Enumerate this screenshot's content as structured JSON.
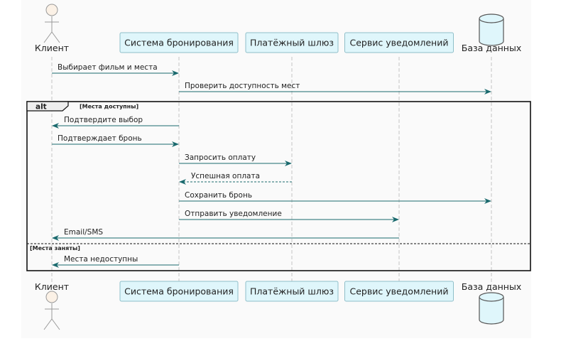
{
  "participants": [
    {
      "id": "client",
      "label": "Клиент",
      "kind": "actor"
    },
    {
      "id": "booking",
      "label": "Система бронирования",
      "kind": "box"
    },
    {
      "id": "payment",
      "label": "Платёжный шлюз",
      "kind": "box"
    },
    {
      "id": "notify",
      "label": "Сервис уведомлений",
      "kind": "box"
    },
    {
      "id": "db",
      "label": "База данных",
      "kind": "database"
    }
  ],
  "messages_before": [
    {
      "from": "client",
      "to": "booking",
      "text": "Выбирает фильм и места",
      "style": "solid"
    },
    {
      "from": "booking",
      "to": "db",
      "text": "Проверить доступность мест",
      "style": "solid"
    }
  ],
  "alt": {
    "keyword": "alt",
    "branches": [
      {
        "condition": "[Места доступны]",
        "messages": [
          {
            "from": "booking",
            "to": "client",
            "text": "Подтвердите выбор",
            "style": "solid"
          },
          {
            "from": "client",
            "to": "booking",
            "text": "Подтверждает бронь",
            "style": "solid"
          },
          {
            "from": "booking",
            "to": "payment",
            "text": "Запросить оплату",
            "style": "solid"
          },
          {
            "from": "payment",
            "to": "booking",
            "text": "Успешная оплата",
            "style": "dashed"
          },
          {
            "from": "booking",
            "to": "db",
            "text": "Сохранить бронь",
            "style": "solid"
          },
          {
            "from": "booking",
            "to": "notify",
            "text": "Отправить уведомление",
            "style": "solid"
          },
          {
            "from": "notify",
            "to": "client",
            "text": "Email/SMS",
            "style": "solid"
          }
        ]
      },
      {
        "condition": "[Места заняты]",
        "messages": [
          {
            "from": "booking",
            "to": "client",
            "text": "Места недоступны",
            "style": "solid"
          }
        ]
      }
    ]
  },
  "colors": {
    "arrow": "#19696d",
    "lifeline": "#c4c4c4",
    "box_fill": "#dff6fb",
    "box_stroke": "#8fbfc9",
    "actor_fill": "#fbf1e6",
    "frame": "#111111",
    "background": "#fafafa"
  }
}
